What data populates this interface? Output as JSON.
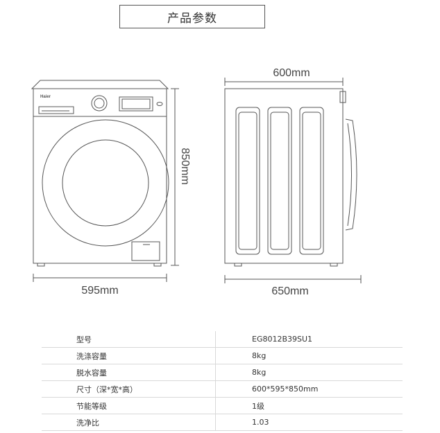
{
  "title": "产品参数",
  "dimensions": {
    "front_width": "595mm",
    "height": "850mm",
    "side_depth": "600mm",
    "total_depth": "650mm"
  },
  "brand": "Haier",
  "specs": [
    {
      "label": "型号",
      "value": "EG8012B39SU1"
    },
    {
      "label": "洗涤容量",
      "value": "8kg"
    },
    {
      "label": "脱水容量",
      "value": "8kg"
    },
    {
      "label": "尺寸（深*宽*高）",
      "value": "600*595*850mm"
    },
    {
      "label": "节能等级",
      "value": "1级"
    },
    {
      "label": "洗净比",
      "value": "1.03"
    }
  ]
}
